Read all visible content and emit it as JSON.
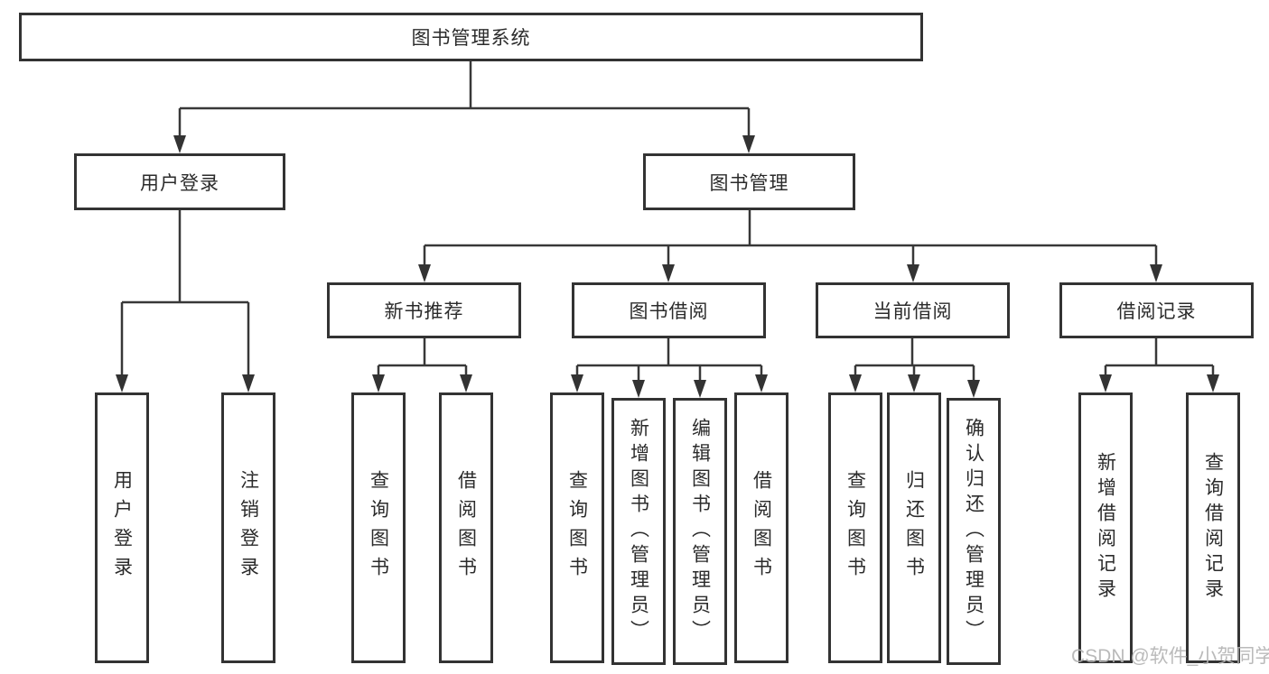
{
  "diagram": {
    "root": {
      "label": "图书管理系统"
    },
    "level2": [
      {
        "label": "用户登录"
      },
      {
        "label": "图书管理"
      }
    ],
    "level3": [
      {
        "label": "新书推荐"
      },
      {
        "label": "图书借阅"
      },
      {
        "label": "当前借阅"
      },
      {
        "label": "借阅记录"
      }
    ],
    "leaves": {
      "user_login": [
        "用户登录",
        "注销登录"
      ],
      "new_books": [
        "查询图书",
        "借阅图书"
      ],
      "borrowing": [
        "查询图书",
        "新增图书（管理员）",
        "编辑图书（管理员）",
        "借阅图书"
      ],
      "current": [
        "查询图书",
        "归还图书",
        "确认归还（管理员）"
      ],
      "records": [
        "新增借阅记录",
        "查询借阅记录"
      ]
    }
  },
  "watermark": "CSDN @软件_小贺同学",
  "colors": {
    "line": "#383838",
    "border": "#333333",
    "text": "#2b2b2b",
    "watermark": "#b3b3b3",
    "background": "#ffffff"
  }
}
